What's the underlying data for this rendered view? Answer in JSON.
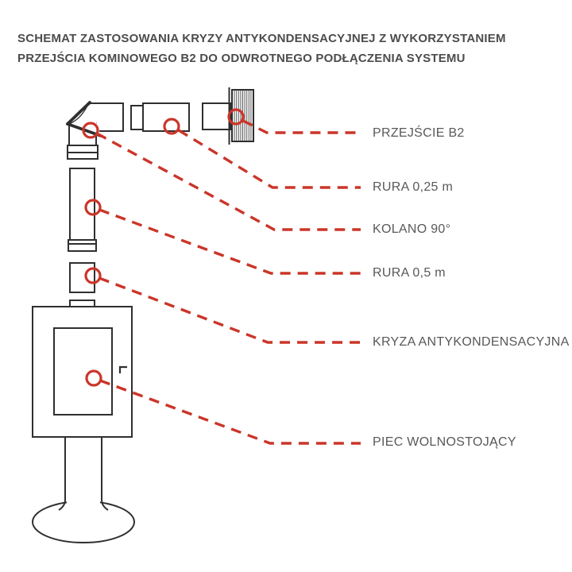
{
  "title": {
    "line1": "SCHEMAT ZASTOSOWANIA KRYZY ANTYKONDENSACYJNEJ Z WYKORZYSTANIEM",
    "line2": "PRZEJŚCIA KOMINOWEGO B2 DO ODWROTNEGO PODŁĄCZENIA SYSTEMU"
  },
  "callouts": [
    {
      "id": "przejscie-b2",
      "label": "PRZEJŚCIE B2"
    },
    {
      "id": "rura-025",
      "label": "RURA 0,25 m"
    },
    {
      "id": "kolano-90",
      "label": "KOLANO 90°"
    },
    {
      "id": "rura-05",
      "label": "RURA 0,5 m"
    },
    {
      "id": "kryza",
      "label": "KRYZA ANTYKONDENSACYJNA"
    },
    {
      "id": "piec",
      "label": "PIEC WOLNOSTOJĄCY"
    }
  ],
  "colors": {
    "accent_red": "#cb3529",
    "line_dark": "#2f2f2f",
    "text_gray": "#595959",
    "title_gray": "#4c4c4c",
    "background": "#ffffff"
  }
}
